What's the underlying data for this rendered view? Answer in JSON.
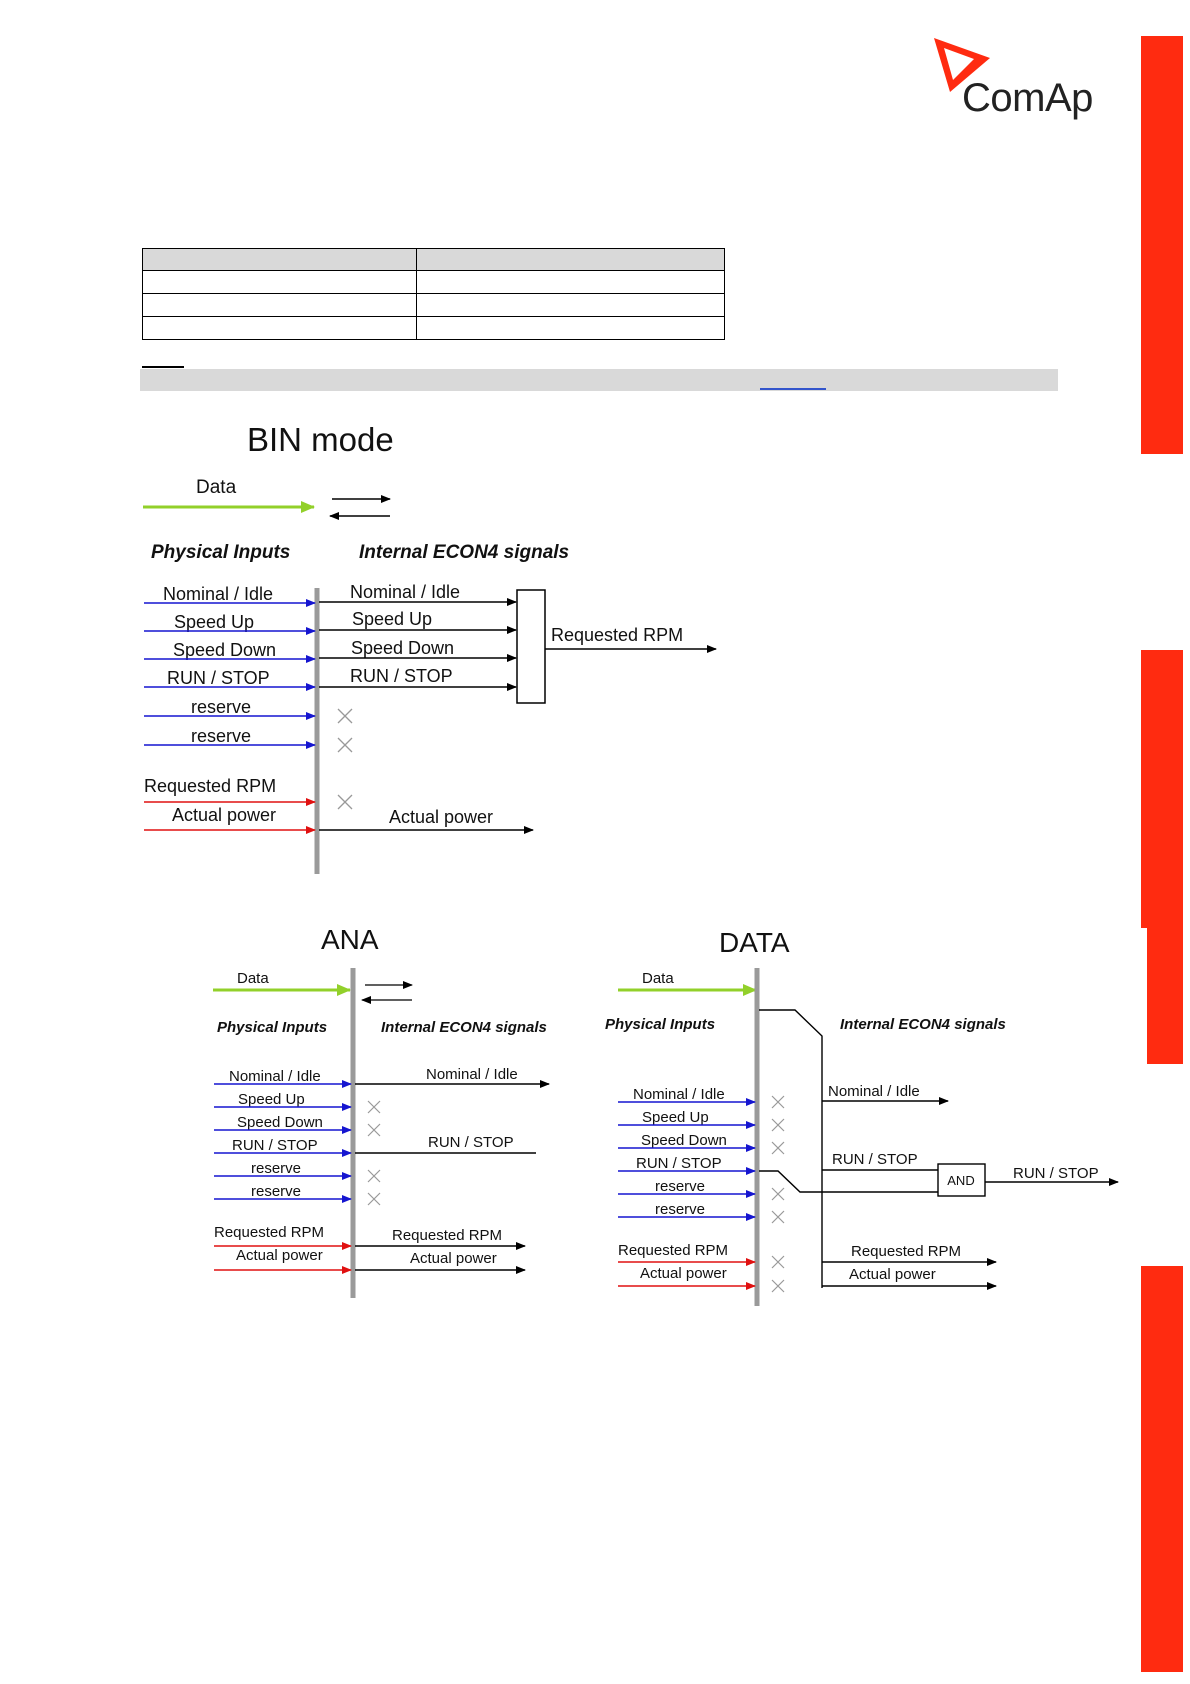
{
  "brand": {
    "name": "ComAp",
    "accent": "#ff2b10"
  },
  "bin": {
    "title": "BIN mode",
    "data_label": "Data",
    "physical_header": "Physical Inputs",
    "internal_header": "Internal ECON4 signals",
    "inputs": [
      "Nominal / Idle",
      "Speed Up",
      "Speed Down",
      "RUN / STOP",
      "reserve",
      "reserve",
      "Requested RPM",
      "Actual power"
    ],
    "internal_signals": [
      "Nominal / Idle",
      "Speed Up",
      "Speed Down",
      "RUN / STOP"
    ],
    "block_output": "Requested RPM",
    "actual_power_out": "Actual power"
  },
  "ana": {
    "title": "ANA",
    "data_label": "Data",
    "physical_header": "Physical Inputs",
    "internal_header": "Internal ECON4 signals",
    "inputs": [
      "Nominal / Idle",
      "Speed Up",
      "Speed Down",
      "RUN / STOP",
      "reserve",
      "reserve",
      "Requested RPM",
      "Actual power"
    ],
    "outputs": {
      "nominal": "Nominal / Idle",
      "runstop": "RUN / STOP",
      "requested": "Requested RPM",
      "actual": "Actual power"
    }
  },
  "data_mode": {
    "title": "DATA",
    "data_label": "Data",
    "physical_header": "Physical Inputs",
    "internal_header": "Internal ECON4 signals",
    "inputs": [
      "Nominal / Idle",
      "Speed Up",
      "Speed Down",
      "RUN / STOP",
      "reserve",
      "reserve",
      "Requested RPM",
      "Actual power"
    ],
    "outputs": {
      "nominal": "Nominal / Idle",
      "runstop": "RUN / STOP",
      "and_label": "AND",
      "and_out": "RUN / STOP",
      "requested": "Requested RPM",
      "actual": "Actual power"
    }
  }
}
